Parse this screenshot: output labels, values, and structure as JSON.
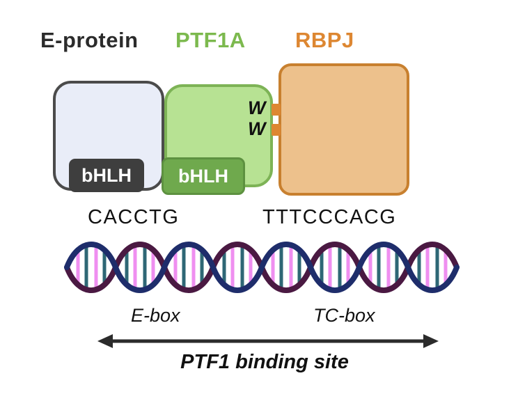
{
  "figure": {
    "title_labels": {
      "e_protein": "E-protein",
      "ptf1a": "PTF1A",
      "rbpj": "RBPJ"
    },
    "domains": {
      "e_protein_bhlh": "bHLH",
      "ptf1a_bhlh": "bHLH"
    },
    "tryptophan_1": "W",
    "tryptophan_2": "W",
    "sequences": {
      "e_box": "CACCTG",
      "tc_box": "TTTCCCACG"
    },
    "region_labels": {
      "e_box": "E-box",
      "tc_box": "TC-box"
    },
    "binding_site_label": "PTF1 binding site",
    "colors": {
      "e_protein_title": "#2b2b2b",
      "e_protein_fill": "#e9edf8",
      "e_protein_border": "#4b4b4b",
      "ptf1a_title": "#7cb94e",
      "ptf1a_fill": "#b7e293",
      "ptf1a_border": "#7db356",
      "rbpj_title": "#dd8732",
      "rbpj_fill": "#edc18c",
      "rbpj_border": "#c8802f",
      "bhlh_dark_fill": "#3e3e3e",
      "bhlh_green_fill": "#6fa94d",
      "dna_strand_blue": "#1e2d6b",
      "dna_strand_purple": "#4a1942",
      "base_pair_pink": "#ef8ff0",
      "base_pair_teal": "#2e6775",
      "arrow_color": "#2b2b2b"
    }
  }
}
